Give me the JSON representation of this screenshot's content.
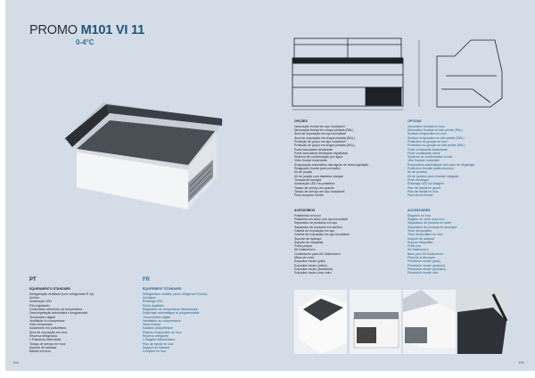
{
  "header": {
    "prefix": "PROMO",
    "model": "M101 VI 11",
    "temperature": "0-4°C"
  },
  "pages": {
    "left_number": "104",
    "right_number": "105"
  },
  "languages": {
    "pt": "PT",
    "fr": "FR"
  },
  "colors": {
    "background": "#d4dde7",
    "accent": "#1f5578"
  },
  "standard_equipment": {
    "pt": {
      "heading": "EQUIPAMENTO STANDARD",
      "items": [
        "Refrigeração ventilada (com refrigerante R 44)",
        "Acrílico",
        "Iluminação LED",
        "Pés reguláveis",
        "Controlador eletrónico de temperatura",
        "Descongelação automática e programada",
        "Termómetro digital",
        "Ventilador no compressor",
        "Vidro temperado",
        "Isolamento em poliuretano",
        "Área de exposição em inox",
        "Reserva refrigerada",
        "1 Prateleira intermédia",
        "Tampo de serviço em inox",
        "Suporte de balança",
        "Balcão em inox"
      ]
    },
    "fr": {
      "heading": "ÉQUIPEMENT STANDARD",
      "items": [
        "Réfrigération ventilée (avec réfrigérant R404A)",
        "Acrylique",
        "Éclairage LED",
        "Pieds réglables",
        "Régulateur de température électronique",
        "Dégivrage automatique et programmable",
        "Thermomètre digital",
        "Ventilateur au compresseur",
        "Verre trempé",
        "Isolation polyuréthane",
        "Plateau d'exposition en inox",
        "Réserve réfrigérée",
        "1 Étagère intermédiaire",
        "Plan de travail en inox",
        "Support de balance",
        "Comptoir en inox"
      ]
    }
  },
  "options": {
    "pt": {
      "heading": "OPÇÕES",
      "items": [
        "Decoração frontal em aço inoxidável",
        "Decoração frontal em chapa pintada (RAL)",
        "Área de exposição em aço inoxidável",
        "Área de exposição em chapa pintada (RAL)",
        "Proteção de grupo em aço inoxidável",
        "Proteção de grupo em chapa pintada (RAL)",
        "Porta basculante deslizante",
        "Porta basculante deslizante espelhada",
        "Sistema de condensação por água",
        "Vidro frontal motorizado",
        "Evaporação automática das águas de descongelação",
        "Resguardo frontal (anti-corrosão)",
        "Kit de junção",
        "Kit de junção com dianteira integral",
        "Tomada de energia",
        "Iluminação LED na prateleira",
        "Tampo de serviço em granito",
        "Tampo de serviço em aço inoxidável",
        "Para-choques frontal"
      ]
    },
    "fr": {
      "heading": "OPTIONS",
      "items": [
        "Décoration frontale en inox",
        "Décoration frontale en tôle peinte (RAL)",
        "Surface d'exposition en inox",
        "Surface d'exposition en tôle peinte (RAL)",
        "Protection du groupe en inox",
        "Protection du groupe en tôle peinte (RAL)",
        "Porte coulissante basculante",
        "Porte coulissante miroir",
        "Système de condensation à eau",
        "Vitre frontale motorisée",
        "Évaporation automatique des eaux de dégivrage",
        "Protection frontale (anticorrosion)",
        "Kit de jonction",
        "Kit de jonction avec frontale intégrale",
        "Prise électrique",
        "Éclairage LED sur étagère",
        "Plan de travail en granit",
        "Plan de travail en inox",
        "Pare-chocs frontal"
      ]
    }
  },
  "accessories": {
    "pt": {
      "heading": "ACESSÓRIOS",
      "items": [
        "Prateleiras em inox",
        "Prateleira em vidro com aço inoxidável",
        "Separador de produtos em aço",
        "Separador de produtos em acrílico",
        "Gaveta de exposição em aço",
        "Gaveta de exposição em aço inoxidável",
        "Suporte de balança",
        "Suporte de etiquetas",
        "Porta-preços",
        "Kit Gastronorm",
        "Contentores para Kit Gastronorm",
        "Mesa de corte",
        "Expositor neutro (pão)",
        "Expositor neutro (peixe)",
        "Expositor neutro (ambiente)",
        "Expositor neutro com vidro"
      ]
    },
    "fr": {
      "heading": "ACCESSOIRES",
      "items": [
        "Étagères en inox",
        "Étagère en verre avec inox",
        "Séparateur de produits en acier",
        "Séparateur de produits en acrylique",
        "Tiroir d'exposition",
        "Tiroir d'exposition en inox",
        "Support de balance",
        "Support étiquettes",
        "Porte-prix",
        "Kit Gastronorm",
        "Bacs pour Kit Gastronorm",
        "Planche à découper",
        "Présentoir neutre (pain)",
        "Présentoir neutre (poisson)",
        "Présentoir neutre (ambiant)",
        "Présentoir neutre vitré"
      ]
    }
  }
}
